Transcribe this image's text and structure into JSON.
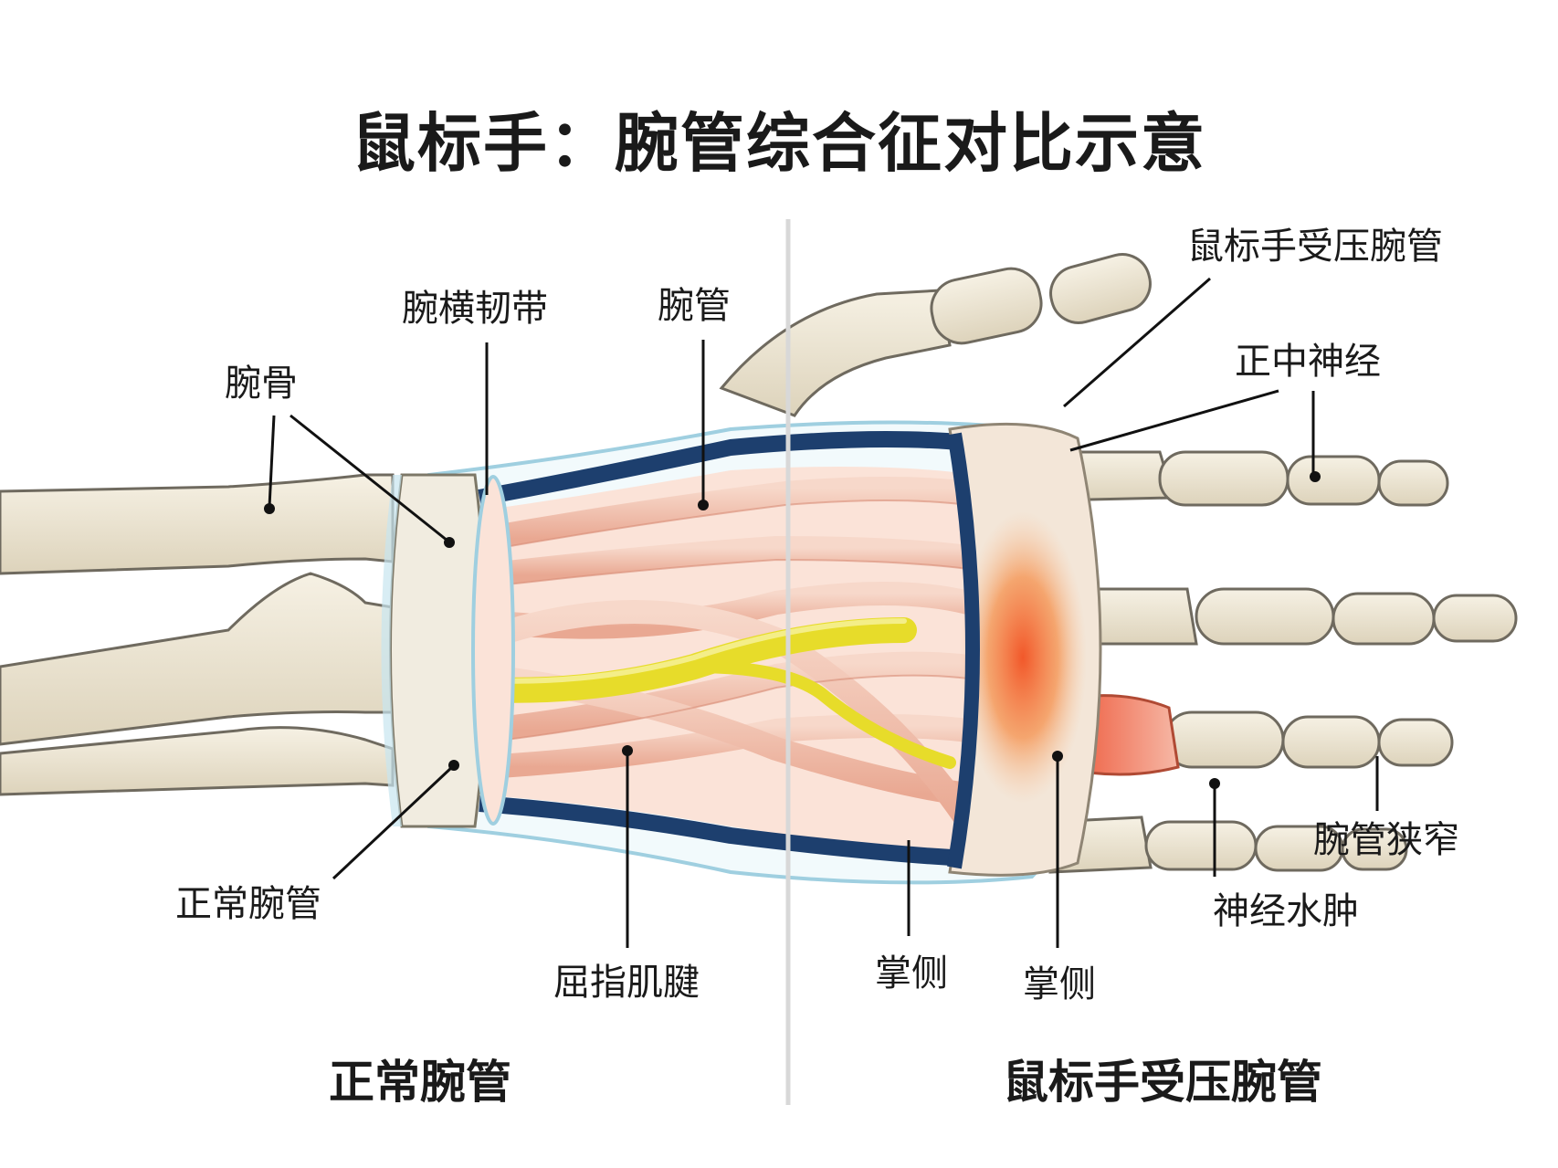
{
  "title": "鼠标手：腕管综合征对比示意",
  "panels": {
    "left_caption": "正常腕管",
    "right_caption": "鼠标手受压腕管"
  },
  "labels": {
    "carpal_bone": "腕骨",
    "transverse_ligament": "腕横韧带",
    "carpal_tunnel": "腕管",
    "normal_tunnel": "正常腕管",
    "flexor_tendons": "屈指肌腱",
    "compressed_tunnel": "鼠标手受压腕管",
    "median_nerve": "正中神经",
    "palmar_side_1": "掌侧",
    "palmar_side_2": "掌侧",
    "narrowed_tunnel": "腕管狭窄",
    "nerve_edema": "神经水肿"
  },
  "colors": {
    "bone": "#ede6d4",
    "bone_outline": "#6f6a5f",
    "tendon": "#f2c4b3",
    "nerve": "#e8e033",
    "sheath": "#1d3f6e",
    "glass": "#bfe3ef",
    "inflammation": "#f07a3a"
  }
}
